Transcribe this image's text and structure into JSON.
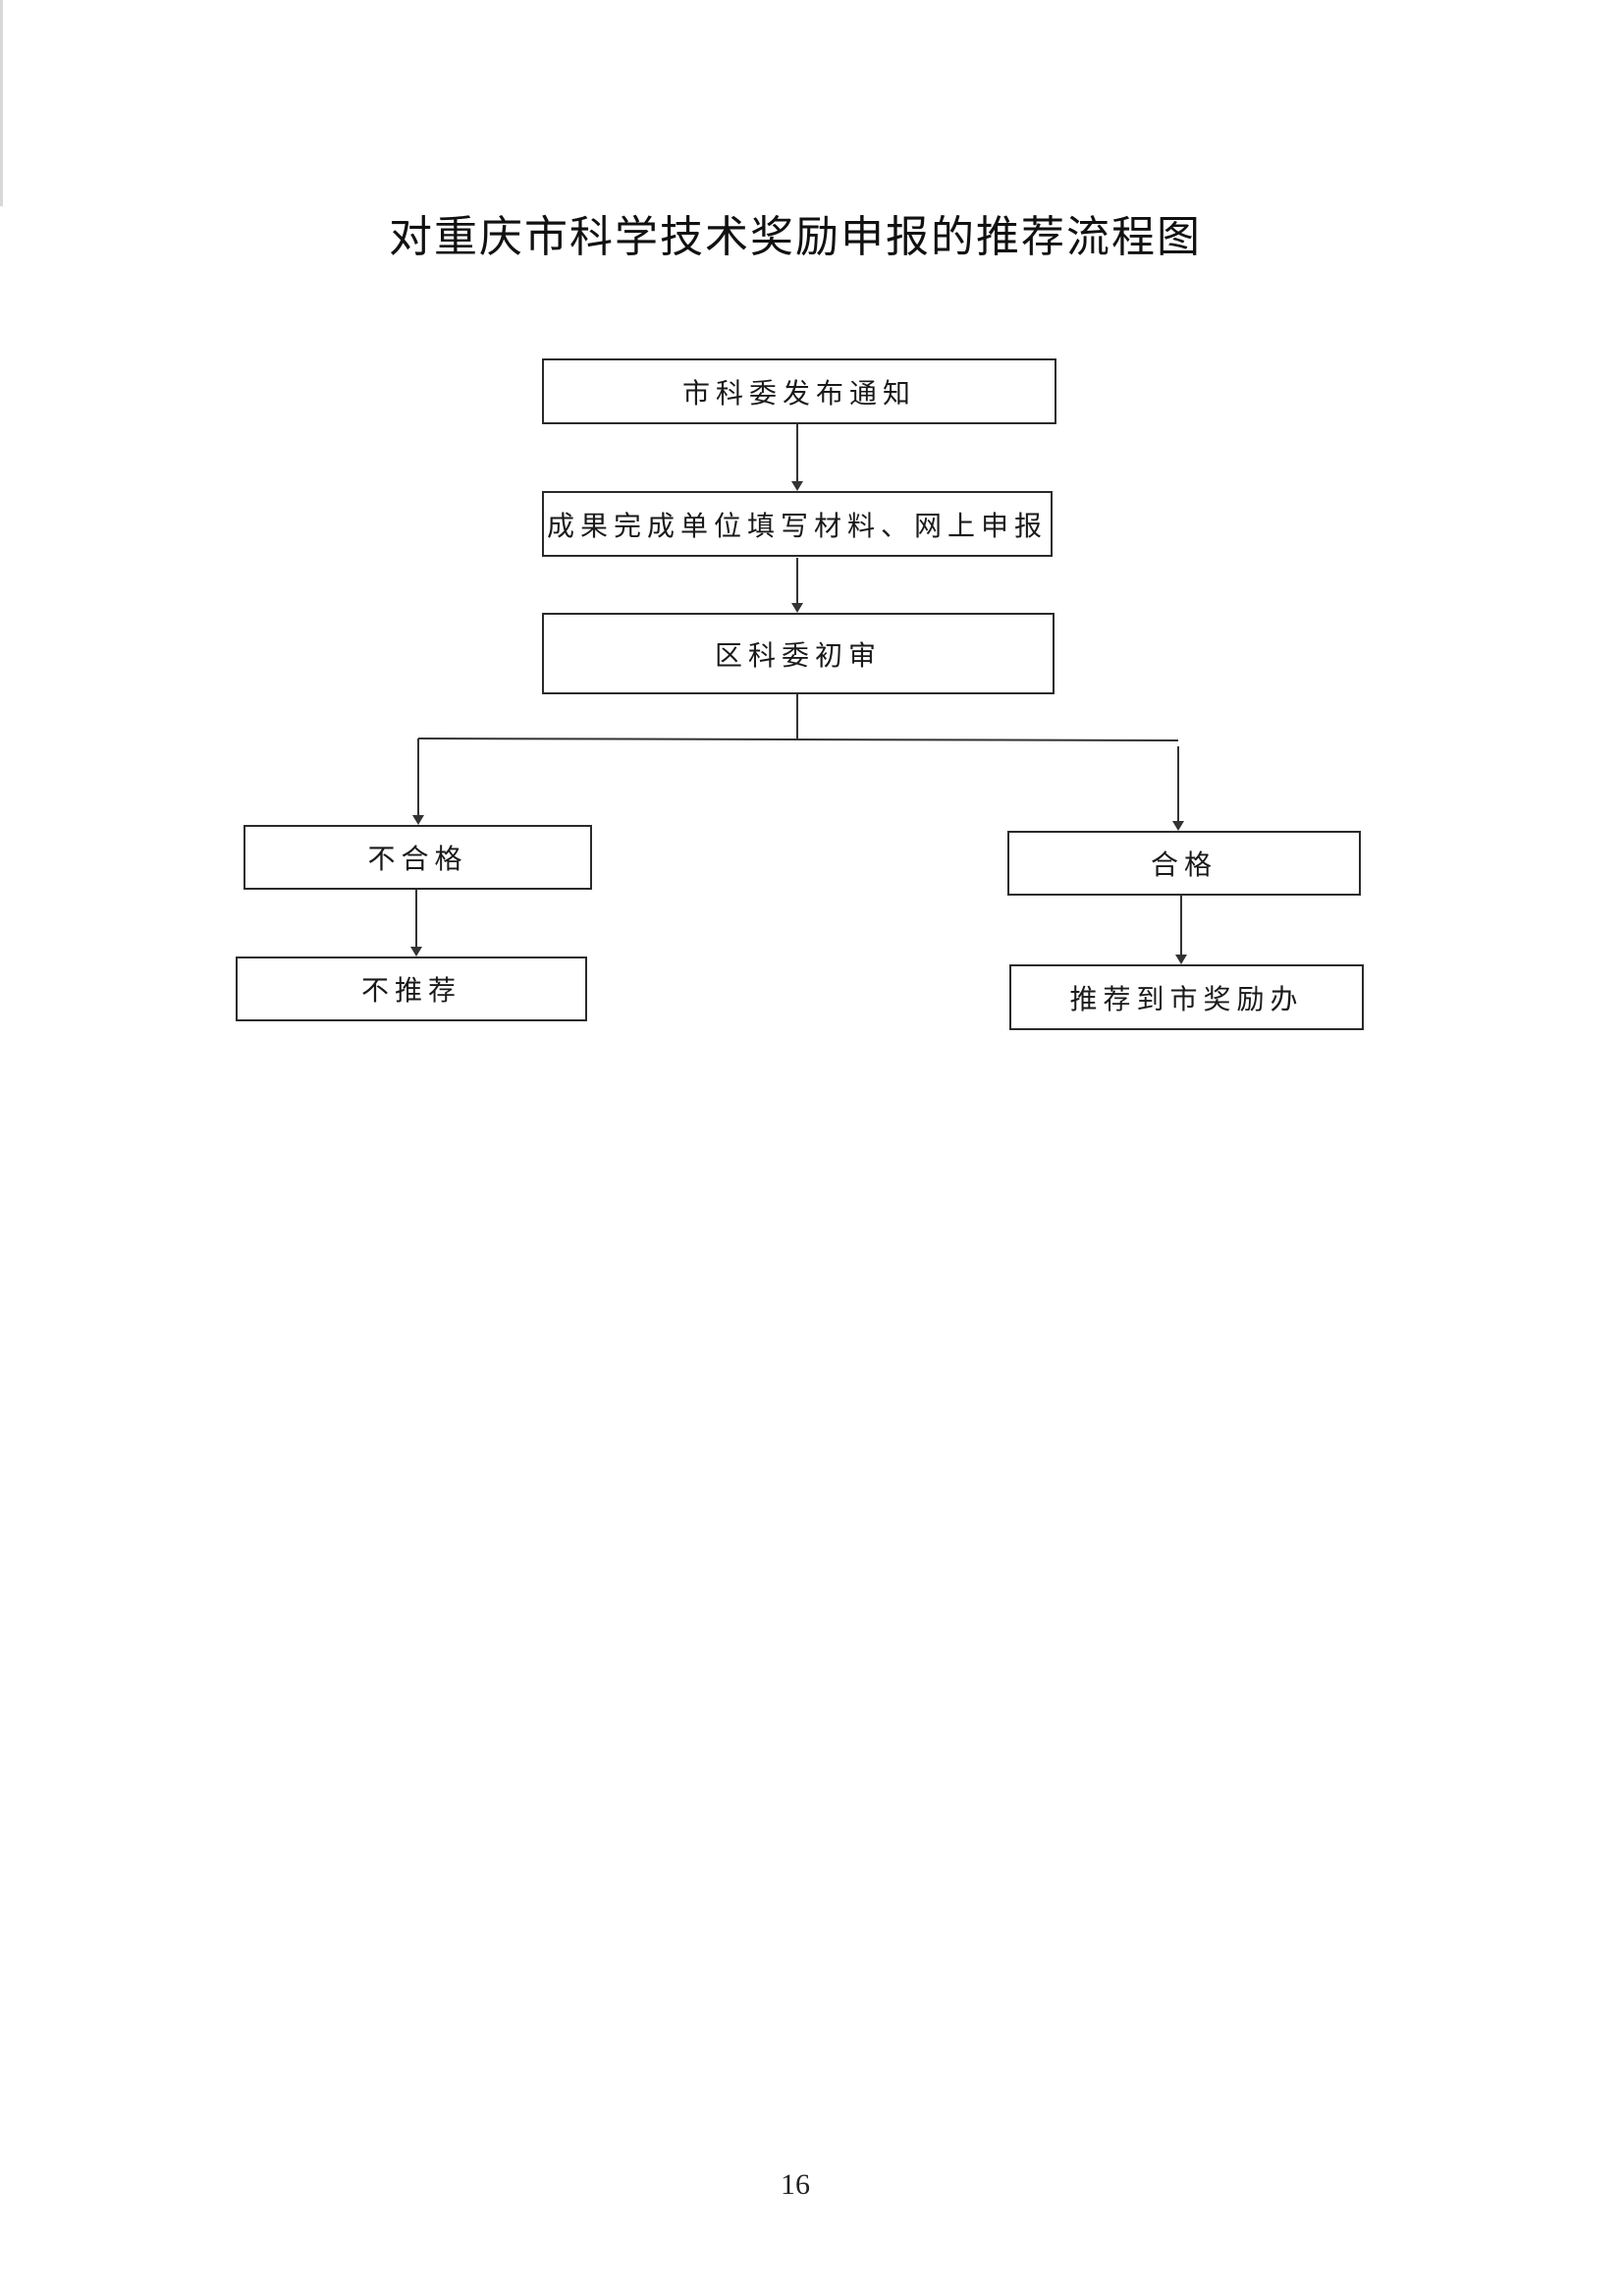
{
  "title": "对重庆市科学技术奖励申报的推荐流程图",
  "steps": {
    "notice": "市科委发布通知",
    "apply": "成果完成单位填写材料、网上申报",
    "review": "区科委初审",
    "fail": "不合格",
    "pass": "合格",
    "not_recommend": "不推荐",
    "recommend": "推荐到市奖励办"
  },
  "page_number": "16",
  "colors": {
    "line": "#333333",
    "border": "#2a2a2a"
  }
}
